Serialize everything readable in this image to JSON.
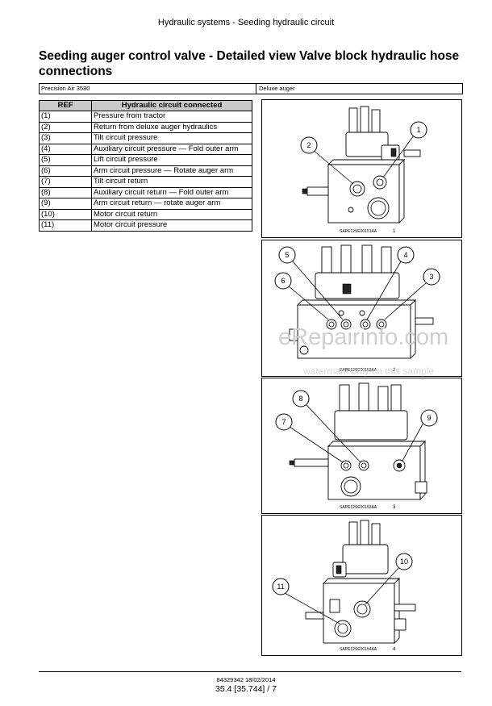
{
  "header": {
    "text": "Hydraulic systems - Seeding hydraulic circuit"
  },
  "title": "Seeding auger control valve - Detailed view Valve block hydraulic hose connections",
  "model_row": {
    "left": "Precision Air 3580",
    "right": "Deluxe auger"
  },
  "table": {
    "headers": [
      "REF",
      "Hydraulic circuit connected"
    ],
    "rows": [
      {
        "ref": "(1)",
        "desc": "Pressure from tractor"
      },
      {
        "ref": "(2)",
        "desc": "Return from deluxe auger hydraulics"
      },
      {
        "ref": "(3)",
        "desc": "Tilt circuit pressure"
      },
      {
        "ref": "(4)",
        "desc": "Auxiliary circuit pressure — Fold outer arm"
      },
      {
        "ref": "(5)",
        "desc": "Lift circuit pressure"
      },
      {
        "ref": "(6)",
        "desc": "Arm circuit pressure — Rotate auger arm"
      },
      {
        "ref": "(7)",
        "desc": "Tilt circuit return"
      },
      {
        "ref": "(8)",
        "desc": "Auxiliary circuit return — Fold outer arm"
      },
      {
        "ref": "(9)",
        "desc": "Arm circuit return — rotate auger arm"
      },
      {
        "ref": "(10)",
        "desc": "Motor circuit return"
      },
      {
        "ref": "(11)",
        "desc": "Motor circuit pressure"
      }
    ]
  },
  "figures": [
    {
      "code": "SAPE12SE00151AA",
      "num": "1",
      "callouts": [
        "1",
        "2"
      ]
    },
    {
      "code": "SAPE12SE00152AA",
      "num": "2",
      "callouts": [
        "3",
        "4",
        "5",
        "6"
      ]
    },
    {
      "code": "SAPE12SE00153AA",
      "num": "3",
      "callouts": [
        "7",
        "8",
        "9"
      ]
    },
    {
      "code": "SAPE12SE00154AA",
      "num": "4",
      "callouts": [
        "10",
        "11"
      ]
    }
  ],
  "watermark": {
    "main": "eRepairinfo.com",
    "sub": "watermark only on this sample"
  },
  "footer": {
    "code": "84329342 18/02/2014",
    "page": "35.4 [35.744] / 7"
  }
}
